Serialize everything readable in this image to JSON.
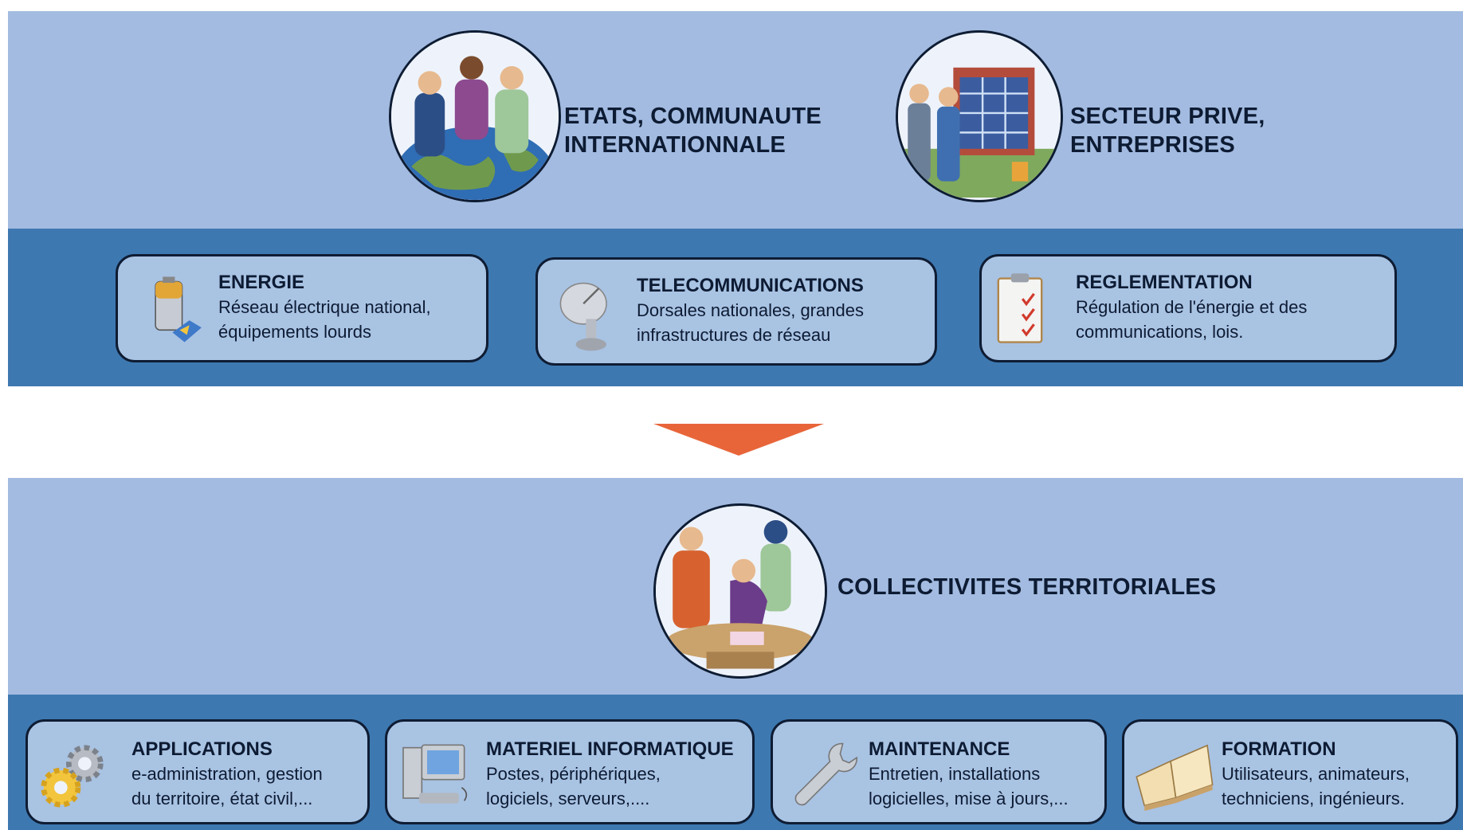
{
  "actors": {
    "states": {
      "title_l1": "ETATS, COMMUNAUTE",
      "title_l2": "INTERNATIONNALE"
    },
    "private": {
      "title_l1": "SECTEUR PRIVE,",
      "title_l2": "ENTREPRISES"
    },
    "local": {
      "title": "COLLECTIVITES TERRITORIALES"
    }
  },
  "national_cards": [
    {
      "title": "ENERGIE",
      "line1": "Réseau électrique national,",
      "line2": "équipements lourds",
      "icon": "battery-icon"
    },
    {
      "title": "TELECOMMUNICATIONS",
      "line1": "Dorsales nationales, grandes",
      "line2": "infrastructures de réseau",
      "icon": "satellite-dish-icon"
    },
    {
      "title": "REGLEMENTATION",
      "line1": "Régulation de l'énergie et des",
      "line2": "communications, lois.",
      "icon": "clipboard-checklist-icon"
    }
  ],
  "local_cards": [
    {
      "title": "APPLICATIONS",
      "line1": "e-administration, gestion",
      "line2": "du territoire, état civil,...",
      "icon": "gears-icon"
    },
    {
      "title": "MATERIEL INFORMATIQUE",
      "line1": "Postes, périphériques,",
      "line2": "logiciels, serveurs,....",
      "icon": "computer-icon"
    },
    {
      "title": "MAINTENANCE",
      "line1": "Entretien, installations",
      "line2": "logicielles, mise à jours,...",
      "icon": "wrench-icon"
    },
    {
      "title": "FORMATION",
      "line1": "Utilisateurs, animateurs,",
      "line2": "techniciens, ingénieurs.",
      "icon": "open-book-icon"
    }
  ],
  "colors": {
    "light_band": "#a3bbe0",
    "dark_band": "#3e78b0",
    "card_fill": "#a9c3e3",
    "arrow": "#e8653a",
    "text": "#0d1b33"
  }
}
